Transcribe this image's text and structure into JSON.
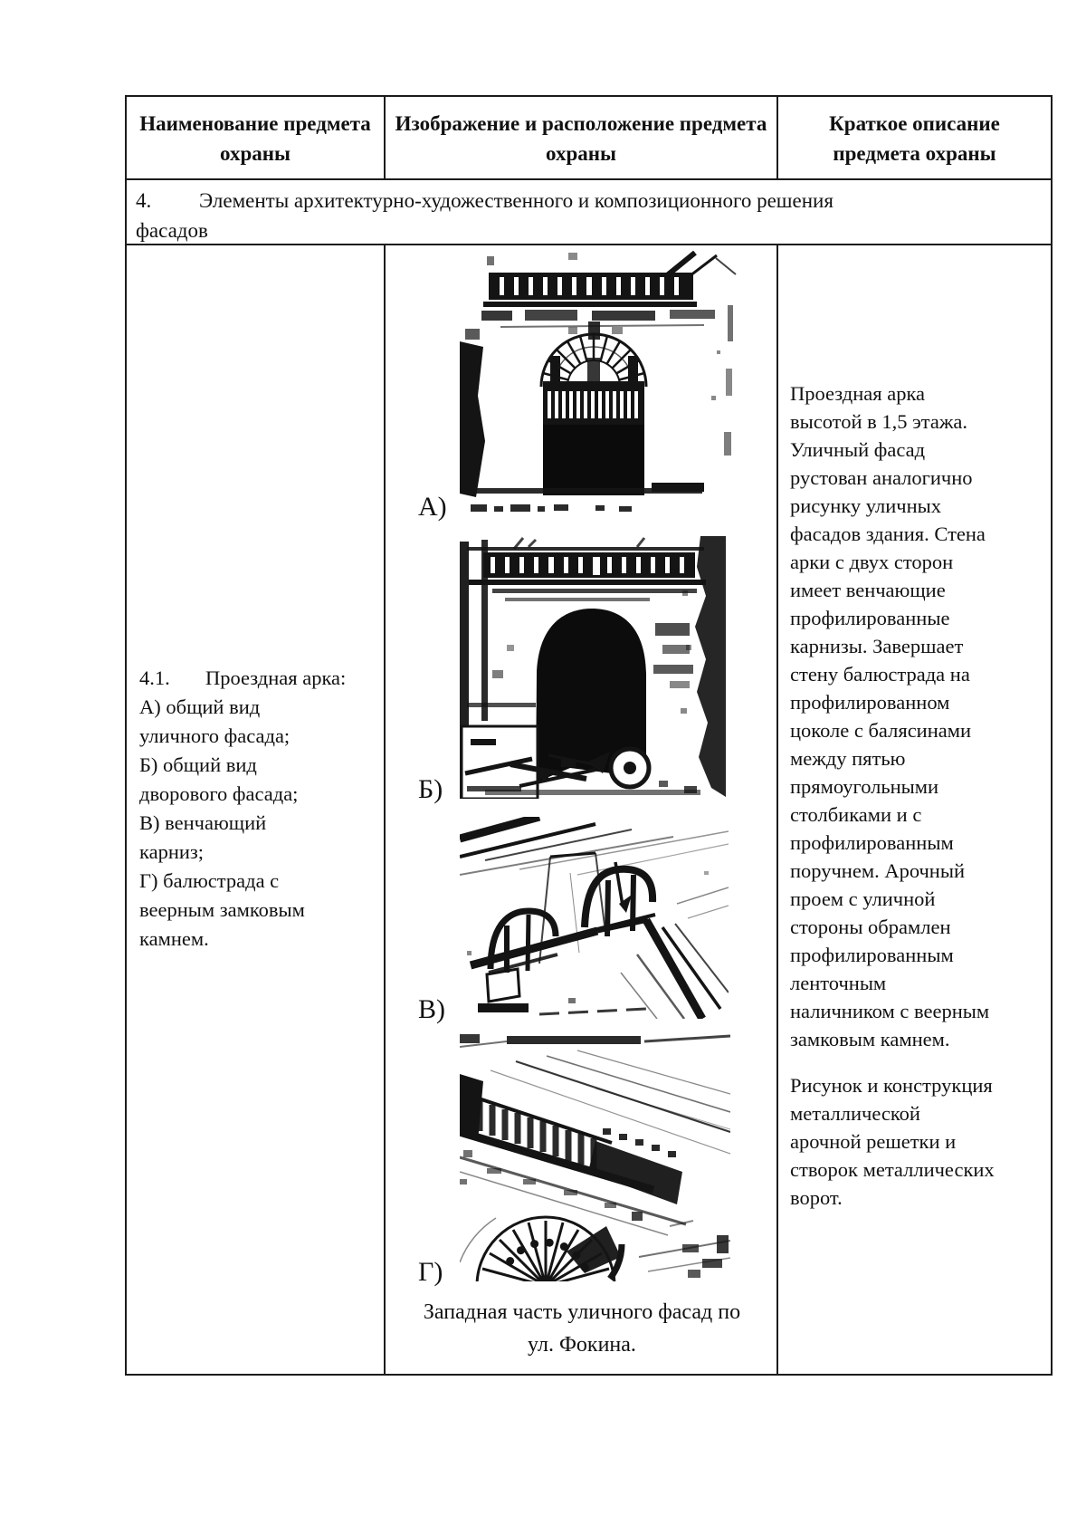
{
  "table": {
    "header": {
      "col1": "Наименование предмета охраны",
      "col2": "Изображение и расположение предмета охраны",
      "col3": "Краткое описание предмета охраны"
    },
    "section": {
      "number": "4.",
      "text": "Элементы архитектурно-художественного и композиционного решения\nфасадов"
    },
    "row": {
      "name": {
        "number": "4.1.",
        "title": "Проездная арка:",
        "items": "А) общий вид\nуличного фасада;\nБ) общий вид\nдворового фасада;\nВ) венчающий\nкарниз;\nГ) балюстрада с\nвеерным замковым\nкамнем."
      },
      "images": {
        "figures": [
          {
            "label": "А)"
          },
          {
            "label": "Б)"
          },
          {
            "label": "В)"
          },
          {
            "label": "Г)"
          }
        ],
        "caption": "Западная часть уличного фасад по\nул. Фокина."
      },
      "description": {
        "p1": "Проездная арка\nвысотой в 1,5 этажа.\nУличный фасад\nрустован аналогично\nрисунку уличных\nфасадов здания. Стена\nарки с двух сторон\nимеет венчающие\nпрофилированные\nкарнизы. Завершает\nстену балюстрада на\nпрофилированном\nцоколе с балясинами\nмежду пятью\nпрямоугольными\nстолбиками и с\nпрофилированным\nпоручнем. Арочный\nпроем с уличной\nстороны обрамлен\nпрофилированным\nленточным\nналичником с веерным\nзамковым камнем.",
        "p2": "Рисунок и конструкция\nметаллической\nарочной решетки и\nстворок металлических\nворот."
      }
    }
  }
}
